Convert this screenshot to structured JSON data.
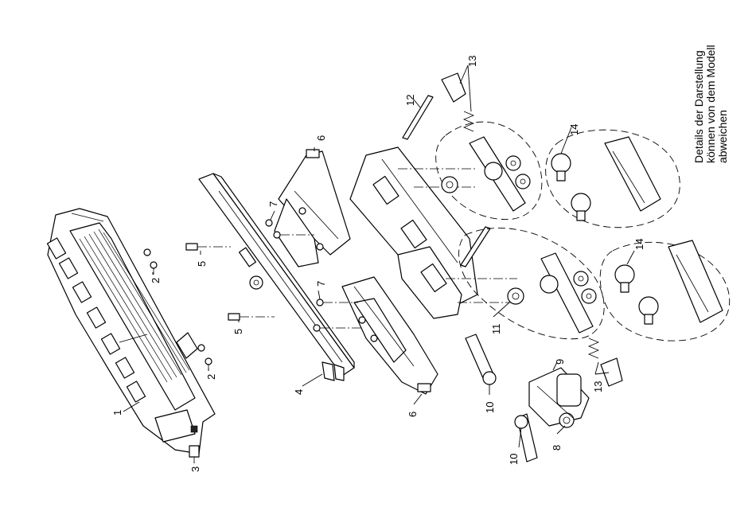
{
  "note_lines": [
    "Details der Darstellung",
    "können von dem Modell",
    "abweichen"
  ],
  "callouts": {
    "c1": "1",
    "c2a": "2",
    "c2b": "2",
    "c3": "3",
    "c4": "4",
    "c5a": "5",
    "c5b": "5",
    "c6a": "6",
    "c6b": "6",
    "c7a": "7",
    "c7b": "7",
    "c8": "8",
    "c9": "9",
    "c10a": "10",
    "c10b": "10",
    "c11": "11",
    "c12": "12",
    "c13a": "13",
    "c13b": "13",
    "c14a": "14",
    "c14b": "14"
  }
}
